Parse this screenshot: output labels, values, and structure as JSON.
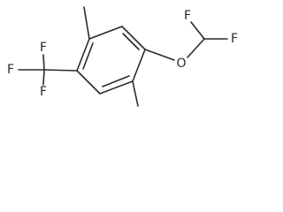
{
  "molecule": {
    "atoms": {
      "f_top_left": "F",
      "f_top_right": "F",
      "o_ether": "O",
      "f_cf3_top": "F",
      "f_cf3_left": "F",
      "f_cf3_bottom": "F"
    }
  }
}
